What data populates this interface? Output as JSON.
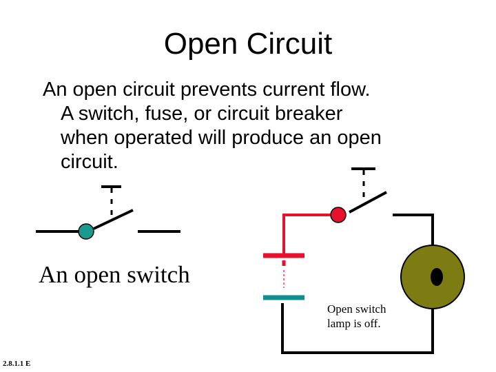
{
  "title": "Open Circuit",
  "body": {
    "line1": "An open circuit prevents current flow.",
    "line2": "A switch, fuse, or circuit breaker",
    "line3": "when operated will produce an open",
    "line4": "circuit."
  },
  "captions": {
    "open_switch": "An open switch",
    "lamp_line1": "Open switch",
    "lamp_line2": "lamp is off."
  },
  "footer_code": "2.8.1.1 E",
  "colors": {
    "text": "#000000",
    "switch_pivot_left": "#1a9a8e",
    "circuit_red": "#e8112d",
    "battery_teal": "#0f8e8e",
    "lamp_fill": "#7c7c13",
    "wire": "#000000"
  }
}
